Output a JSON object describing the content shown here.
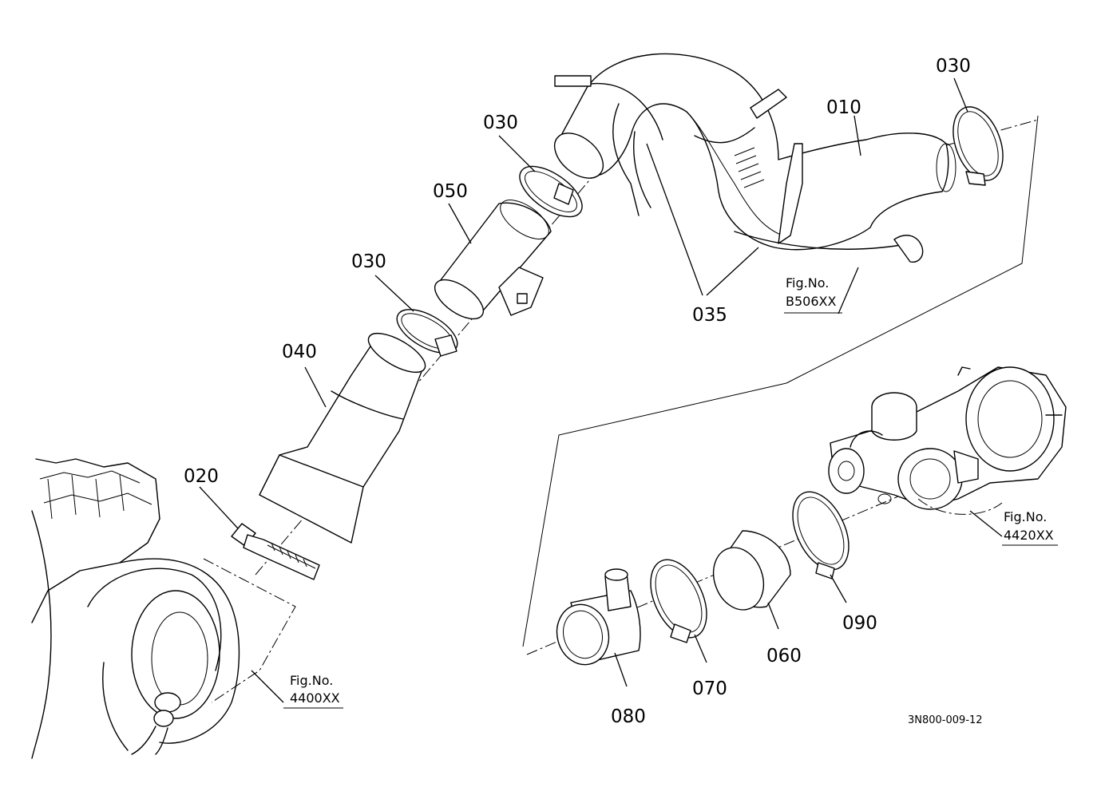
{
  "document_code": "3N800-009-12",
  "parts": [
    {
      "id": "p010",
      "label": "010"
    },
    {
      "id": "p020",
      "label": "020"
    },
    {
      "id": "p030a",
      "label": "030"
    },
    {
      "id": "p030b",
      "label": "030"
    },
    {
      "id": "p030c",
      "label": "030"
    },
    {
      "id": "p035",
      "label": "035"
    },
    {
      "id": "p040",
      "label": "040"
    },
    {
      "id": "p050",
      "label": "050"
    },
    {
      "id": "p060",
      "label": "060"
    },
    {
      "id": "p070",
      "label": "070"
    },
    {
      "id": "p080",
      "label": "080"
    },
    {
      "id": "p090",
      "label": "090"
    }
  ],
  "figure_refs": [
    {
      "id": "B506XX",
      "prefix": "Fig.No.",
      "number": "B506XX"
    },
    {
      "id": "4420XX",
      "prefix": "Fig.No.",
      "number": "4420XX"
    },
    {
      "id": "4400XX",
      "prefix": "Fig.No.",
      "number": "4400XX"
    }
  ]
}
